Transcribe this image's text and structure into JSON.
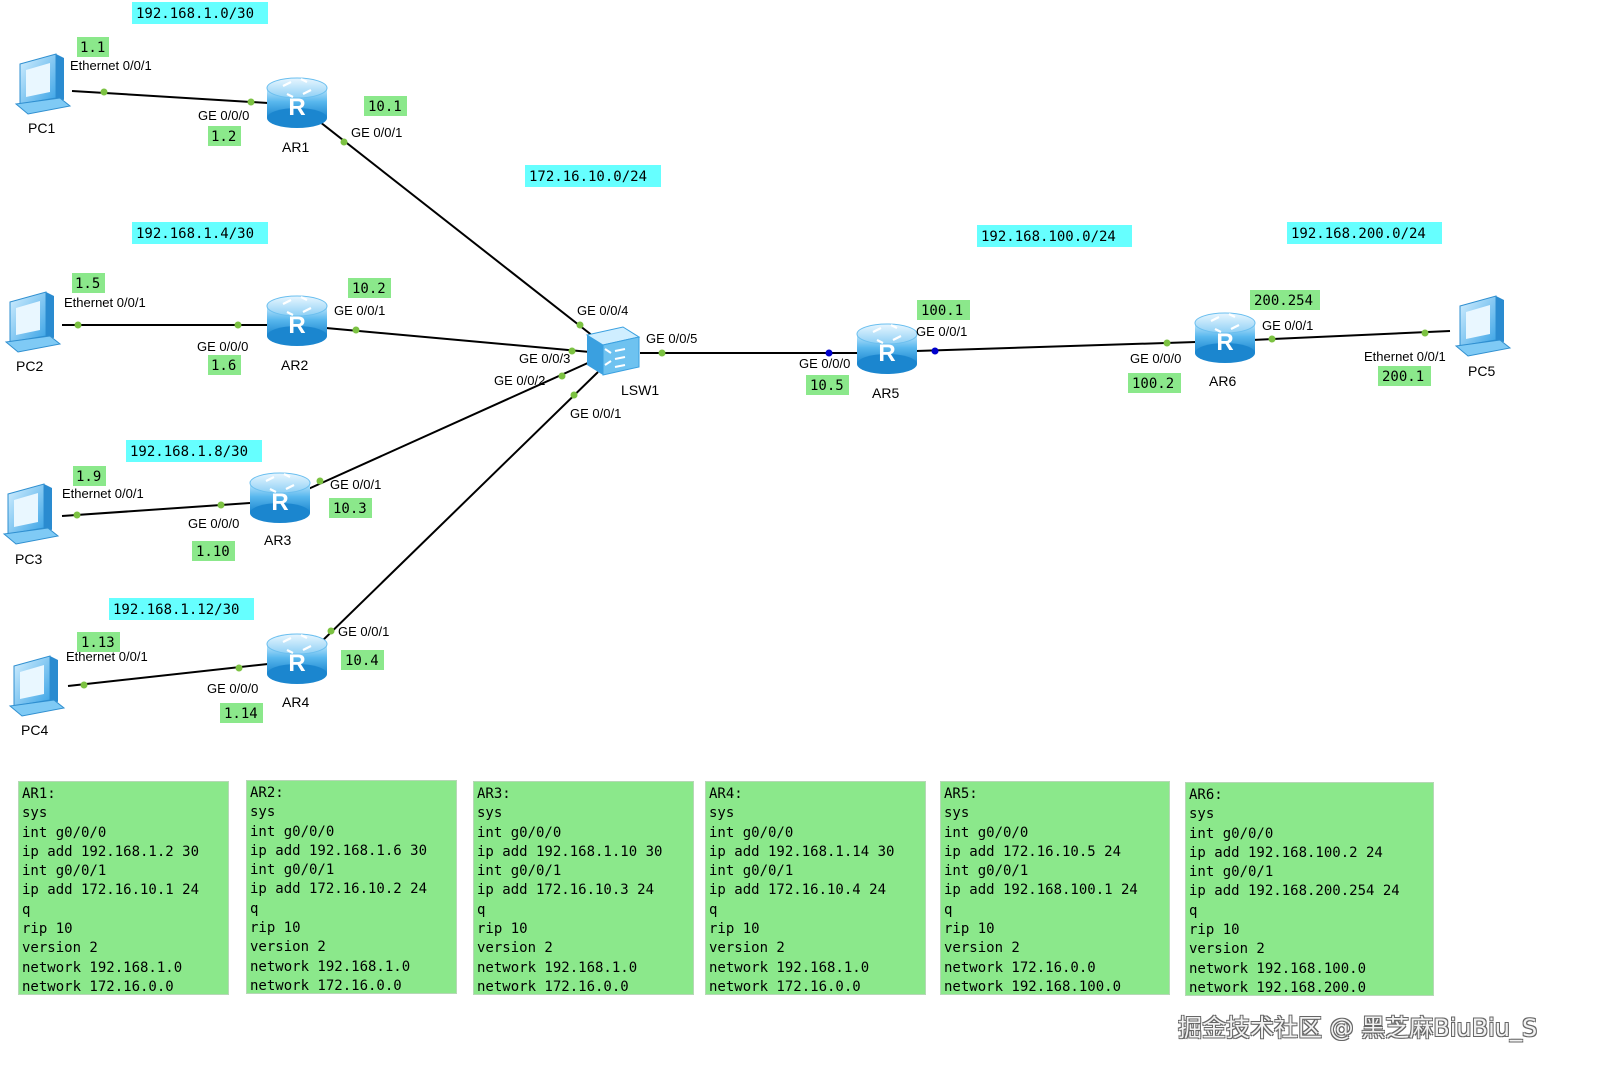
{
  "colors": {
    "subnet_bg": "#66ffff",
    "ip_bg": "#8be88b",
    "link": "#000000",
    "port_dot": "#7cc242",
    "blue_dot": "#0000cc",
    "device": "#3aa7e6"
  },
  "subnets": {
    "s1": "192.168.1.0/30",
    "s2": "192.168.1.4/30",
    "s3": "192.168.1.8/30",
    "s4": "192.168.1.12/30",
    "s5": "172.16.10.0/24",
    "s6": "192.168.100.0/24",
    "s7": "192.168.200.0/24"
  },
  "devices": {
    "pc1": "PC1",
    "pc2": "PC2",
    "pc3": "PC3",
    "pc4": "PC4",
    "pc5": "PC5",
    "ar1": "AR1",
    "ar2": "AR2",
    "ar3": "AR3",
    "ar4": "AR4",
    "ar5": "AR5",
    "ar6": "AR6",
    "lsw1": "LSW1"
  },
  "ports": {
    "pc1_e": "Ethernet 0/0/1",
    "ar1_g0": "GE 0/0/0",
    "ar1_g1": "GE 0/0/1",
    "pc2_e": "Ethernet 0/0/1",
    "ar2_g0": "GE 0/0/0",
    "ar2_g1": "GE 0/0/1",
    "pc3_e": "Ethernet 0/0/1",
    "ar3_g0": "GE 0/0/0",
    "ar3_g1": "GE 0/0/1",
    "pc4_e": "Ethernet 0/0/1",
    "ar4_g0": "GE 0/0/0",
    "ar4_g1": "GE 0/0/1",
    "sw_4": "GE 0/0/4",
    "sw_3": "GE 0/0/3",
    "sw_2": "GE 0/0/2",
    "sw_1": "GE 0/0/1",
    "sw_5": "GE 0/0/5",
    "ar5_g0": "GE 0/0/0",
    "ar5_g1": "GE 0/0/1",
    "ar6_g0": "GE 0/0/0",
    "ar6_g1": "GE 0/0/1",
    "pc5_e": "Ethernet 0/0/1"
  },
  "ips": {
    "pc1": "1.1",
    "ar1_g0": "1.2",
    "ar1_g1": "10.1",
    "pc2": "1.5",
    "ar2_g1": "10.2",
    "ar2_g0": "1.6",
    "pc3": "1.9",
    "ar3_g1": "10.3",
    "ar3_g0": "1.10",
    "pc4": "1.13",
    "ar4_g1": "10.4",
    "ar4_g0": "1.14",
    "ar5_g0": "10.5",
    "ar5_g1": "100.1",
    "ar6_g1": "200.254",
    "ar6_g0": "100.2",
    "pc5": "200.1"
  },
  "configs": [
    {
      "title": "AR1:",
      "lines": [
        "sys",
        "int g0/0/0",
        "ip add 192.168.1.2 30",
        "int g0/0/1",
        "ip add 172.16.10.1 24",
        "q",
        "rip 10",
        "version 2",
        "network 192.168.1.0",
        "network 172.16.0.0"
      ]
    },
    {
      "title": "AR2:",
      "lines": [
        "sys",
        "int g0/0/0",
        "ip add 192.168.1.6 30",
        "int g0/0/1",
        "ip add 172.16.10.2 24",
        "q",
        "rip 10",
        "version 2",
        "network 192.168.1.0",
        "network 172.16.0.0"
      ]
    },
    {
      "title": "AR3:",
      "lines": [
        "sys",
        "int g0/0/0",
        "ip add 192.168.1.10 30",
        "int g0/0/1",
        "ip add 172.16.10.3 24",
        "q",
        "rip 10",
        "version 2",
        "network 192.168.1.0",
        "network 172.16.0.0"
      ]
    },
    {
      "title": "AR4:",
      "lines": [
        "sys",
        "int g0/0/0",
        "ip add 192.168.1.14 30",
        "int g0/0/1",
        "ip add 172.16.10.4 24",
        "q",
        "rip 10",
        "version 2",
        "network 192.168.1.0",
        "network 172.16.0.0"
      ]
    },
    {
      "title": "AR5:",
      "lines": [
        "sys",
        "int g0/0/0",
        "ip add 172.16.10.5 24",
        "int g0/0/1",
        "ip add 192.168.100.1 24",
        "q",
        "rip 10",
        "version 2",
        "network 172.16.0.0",
        "network 192.168.100.0"
      ]
    },
    {
      "title": "AR6:",
      "lines": [
        "sys",
        "int g0/0/0",
        "ip add 192.168.100.2 24",
        "int g0/0/1",
        "ip add 192.168.200.254 24",
        "q",
        "rip 10",
        "version 2",
        "network 192.168.100.0",
        "network 192.168.200.0"
      ]
    }
  ],
  "watermark": "掘金技术社区 @ 黑芝麻BiuBiu_S"
}
